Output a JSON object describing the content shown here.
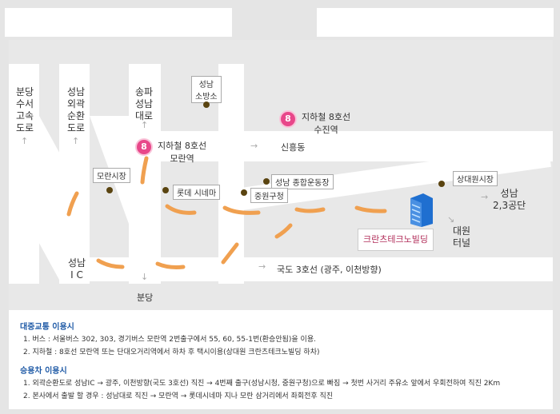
{
  "map": {
    "roads": {
      "bundang_expressway": "분당\n수서\n고속\n도로",
      "seongnam_loop": "성남\n외곽\n순환\n도로",
      "songpa_seongnam": "송파\n성남\n대로",
      "seongnam_ic": "성남\nI C",
      "bundang_bottom": "분당",
      "sinheung": "신흥동",
      "route3": "국도 3호선 (광주, 이천방향)",
      "seongnam_23": "성남\n2,3공단",
      "daewon_tunnel": "대원\n터널"
    },
    "subway": {
      "badge": "8",
      "sujin": "지하철 8호선\n수진역",
      "moran": "지하철 8호선\n모란역"
    },
    "places": {
      "fire_station": "성남\n소방소",
      "moran_market": "모란시장",
      "lotte_cinema": "롯데 시네마",
      "sports_complex": "성남 종합운동장",
      "jungwon_office": "중원구청",
      "daewon_market": "상대원시장",
      "building": "크란츠테크노빌딩"
    }
  },
  "info": {
    "transit_title": "대중교통 이용시",
    "transit_1": "1. 버스 : 서울버스 302, 303, 경기버스 모란역 2번출구에서 55, 60, 55-1번(환승안됨)을 이용.",
    "transit_2": "2. 지하철 : 8호선 모란역 또는 단대오거리역에서 하차 후 택시이용(상대원 크란츠테크노빌딩 하차)",
    "car_title": "승용차 이용시",
    "car_1": "1. 외곽순환도로 성남IC → 광주, 이천방향(국도 3호선) 직진 → 4번째 출구(성남시청, 중원구청)으로 빠짐 → 첫번 사거리 주유소 앞에서 우회전하여 직진 2Km",
    "car_2": "2. 본사에서 출발 할 경우 : 성남대로 직진 → 모란역 → 롯데시네마 지나 모란 삼거리에서 좌회전후 직진"
  },
  "colors": {
    "route": "#f0a050",
    "subway": "#e8478a",
    "heading": "#1f5aa6"
  }
}
